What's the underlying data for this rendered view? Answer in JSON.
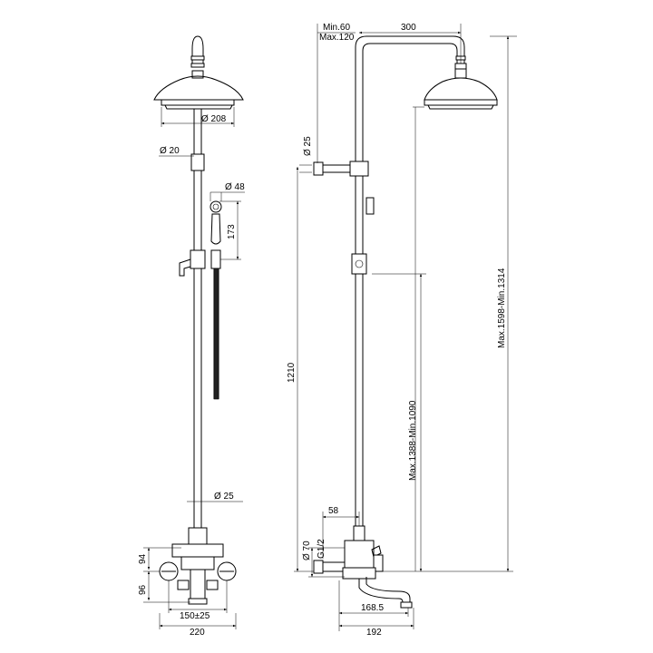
{
  "dimensions": {
    "front": {
      "head_diameter": "Ø 208",
      "pipe_upper_diameter": "Ø 20",
      "handshower_diameter": "Ø 48",
      "handshower_length": "173",
      "pipe_lower_diameter": "Ø 25",
      "mixer_upper_height": "94",
      "mixer_lower_height": "96",
      "inlet_centres": "150±25",
      "overall_width": "220"
    },
    "side": {
      "offset_min": "Min.60",
      "offset_max": "Max.120",
      "arm_length": "300",
      "bracket_diameter": "Ø 25",
      "riser_height": "1210",
      "handshower_height": "Max.1388-Min.1090",
      "head_height": "Max.1598-Min.1314",
      "mixer_offset": "58",
      "inlet_diameter": "Ø 70",
      "thread": "G1/2",
      "spout_reach": "168.5",
      "overall_depth": "192"
    }
  }
}
